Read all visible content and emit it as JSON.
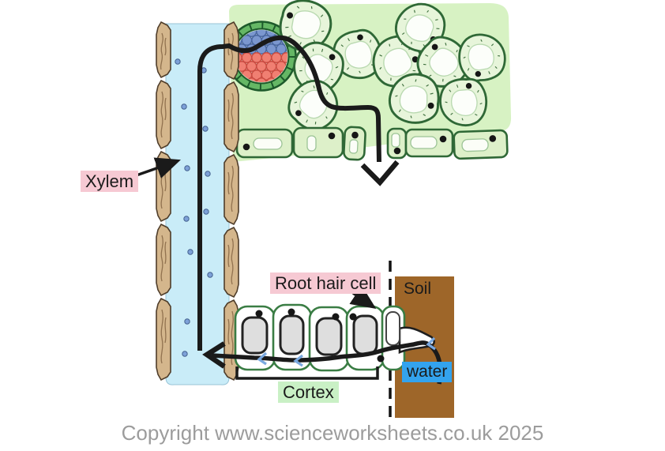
{
  "labels": {
    "xylem": "Xylem",
    "root_hair_cell": "Root hair cell",
    "soil": "Soil",
    "water": "water",
    "cortex": "Cortex"
  },
  "footer": {
    "copyright": "Copyright www.scienceworksheets.co.uk 2025"
  },
  "colors": {
    "label_pink_bg": "#f6c9d3",
    "label_green_bg": "#c9f0c5",
    "label_blue_bg": "#33a3ee",
    "soil_brown": "#9e6629",
    "xylem_fluid_blue": "#c9ecf8",
    "xylem_wall_tan": "#d4b68c",
    "tissue_bg_green": "#d7f2c3",
    "cell_outline_green": "#2f6836",
    "bundle_phloem_blue": "#7b97cf",
    "bundle_xylem_red": "#f07f72",
    "flow_arrow_black": "#1a1a1a",
    "water_chevron_blue": "#7aa9e0",
    "copyright_gray": "#9c9c9c"
  }
}
